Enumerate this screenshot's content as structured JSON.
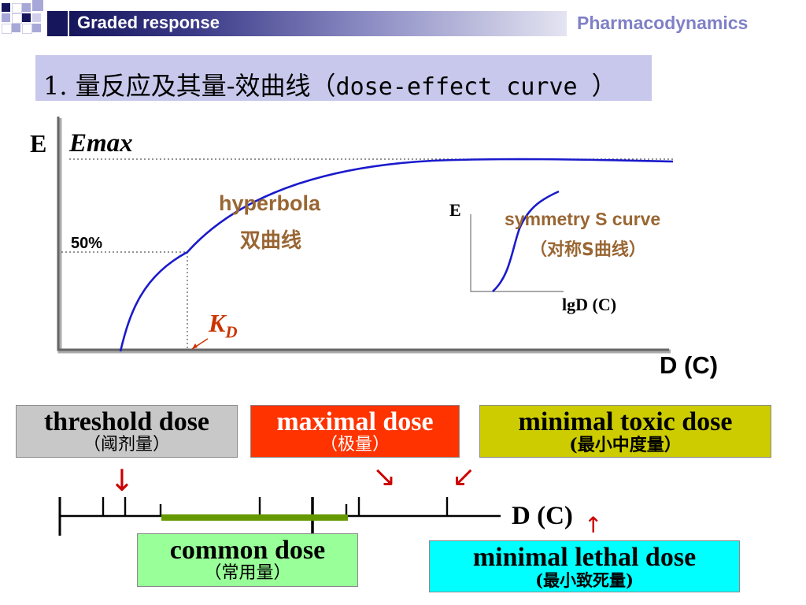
{
  "header": {
    "title": "Graded response",
    "subject": "Pharmacodynamics"
  },
  "heading": {
    "number": "1.",
    "chinese": " 量反应及其量-效曲线（",
    "english": "dose-effect curve ",
    "close": "）"
  },
  "main_chart": {
    "y_axis_label": "E",
    "emax_label": "Emax",
    "half_label": "50%",
    "curve_label_en": "hyperbola",
    "curve_label_zh": "双曲线",
    "kd_label_main": "K",
    "kd_label_sub": "D",
    "x_axis_label": "D (C)"
  },
  "inset_chart": {
    "y_axis_label": "E",
    "x_axis_label": "lgD (C)",
    "curve_label_en": "symmetry S curve",
    "curve_label_zh_open": "（对称",
    "curve_label_zh_s": "S",
    "curve_label_zh_close": "曲线）"
  },
  "dose_boxes": {
    "threshold": {
      "en": "threshold dose",
      "zh": "（阈剂量）"
    },
    "maximal": {
      "en": "maximal dose",
      "zh": "（极量）"
    },
    "minimal_toxic": {
      "en": "minimal toxic dose",
      "zh": "(最小中度量）"
    },
    "common": {
      "en": "common dose",
      "zh": "（常用量）"
    },
    "minimal_lethal": {
      "en": "minimal lethal dose",
      "zh": "(最小致死量)"
    }
  },
  "dose_axis": {
    "label": "D (C)",
    "arrow_up": "↑",
    "arrow_down": "↓",
    "arrow_down_right": "↘",
    "arrow_down_left": "↙"
  },
  "colors": {
    "curve": "#1a1acc",
    "threshold_box": "#c8c8c8",
    "maximal_box": "#ff3300",
    "minimal_toxic_box": "#cccc00",
    "common_box": "#99ff99",
    "minimal_lethal_box": "#00ffff",
    "common_bar": "#669900",
    "accent_label": "#996633",
    "kd_label": "#cc3300",
    "arrow": "#cc0000"
  }
}
